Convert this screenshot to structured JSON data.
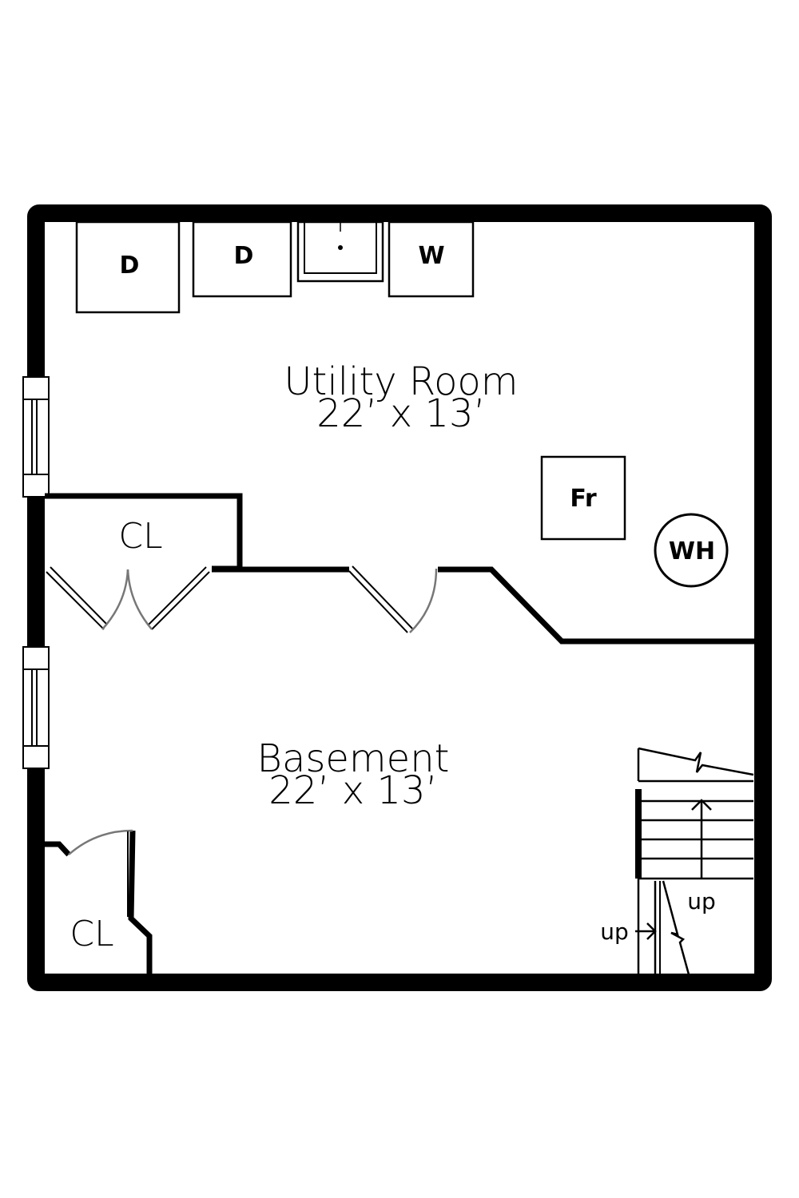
{
  "floorplan": {
    "rooms": {
      "utility": {
        "name": "Utility Room",
        "size": "22’ x 13’"
      },
      "basement": {
        "name": "Basement",
        "size": "22’ x 13’"
      },
      "closet_upper": {
        "name": "CL"
      },
      "closet_lower": {
        "name": "CL"
      }
    },
    "fixtures": {
      "dryer_1": "D",
      "dryer_2": "D",
      "washer": "W",
      "freezer": "Fr",
      "water_heater": "WH"
    },
    "stairs": {
      "up_label_1": "up",
      "up_label_2": "up"
    }
  }
}
